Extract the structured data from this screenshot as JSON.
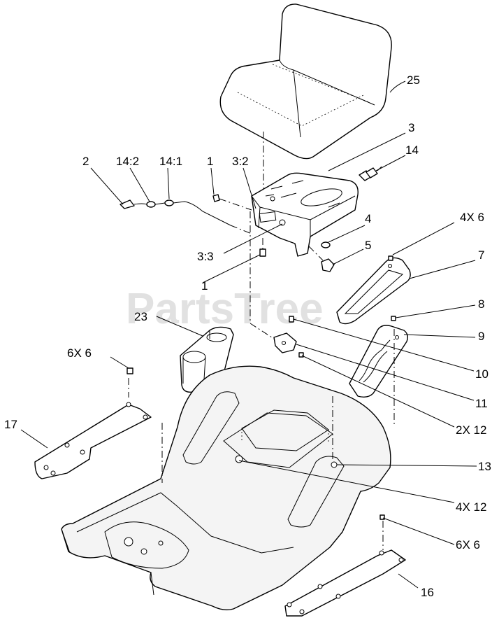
{
  "watermark": {
    "text": "PartsTree",
    "tm": "TM"
  },
  "callouts": {
    "c25": "25",
    "c3": "3",
    "c14": "14",
    "c2": "2",
    "c14_2": "14:2",
    "c14_1": "14:1",
    "c1a": "1",
    "c3_2": "3:2",
    "c4x6": "4X 6",
    "c4": "4",
    "c5": "5",
    "c3_3": "3:3",
    "c1b": "1",
    "c7": "7",
    "c8": "8",
    "c23": "23",
    "c9": "9",
    "c6x6a": "6X 6",
    "c10": "10",
    "c11": "11",
    "c2x12": "2X 12",
    "c17": "17",
    "c13": "13",
    "c4x12": "4X 12",
    "c6x6b": "6X 6",
    "c16": "16"
  }
}
